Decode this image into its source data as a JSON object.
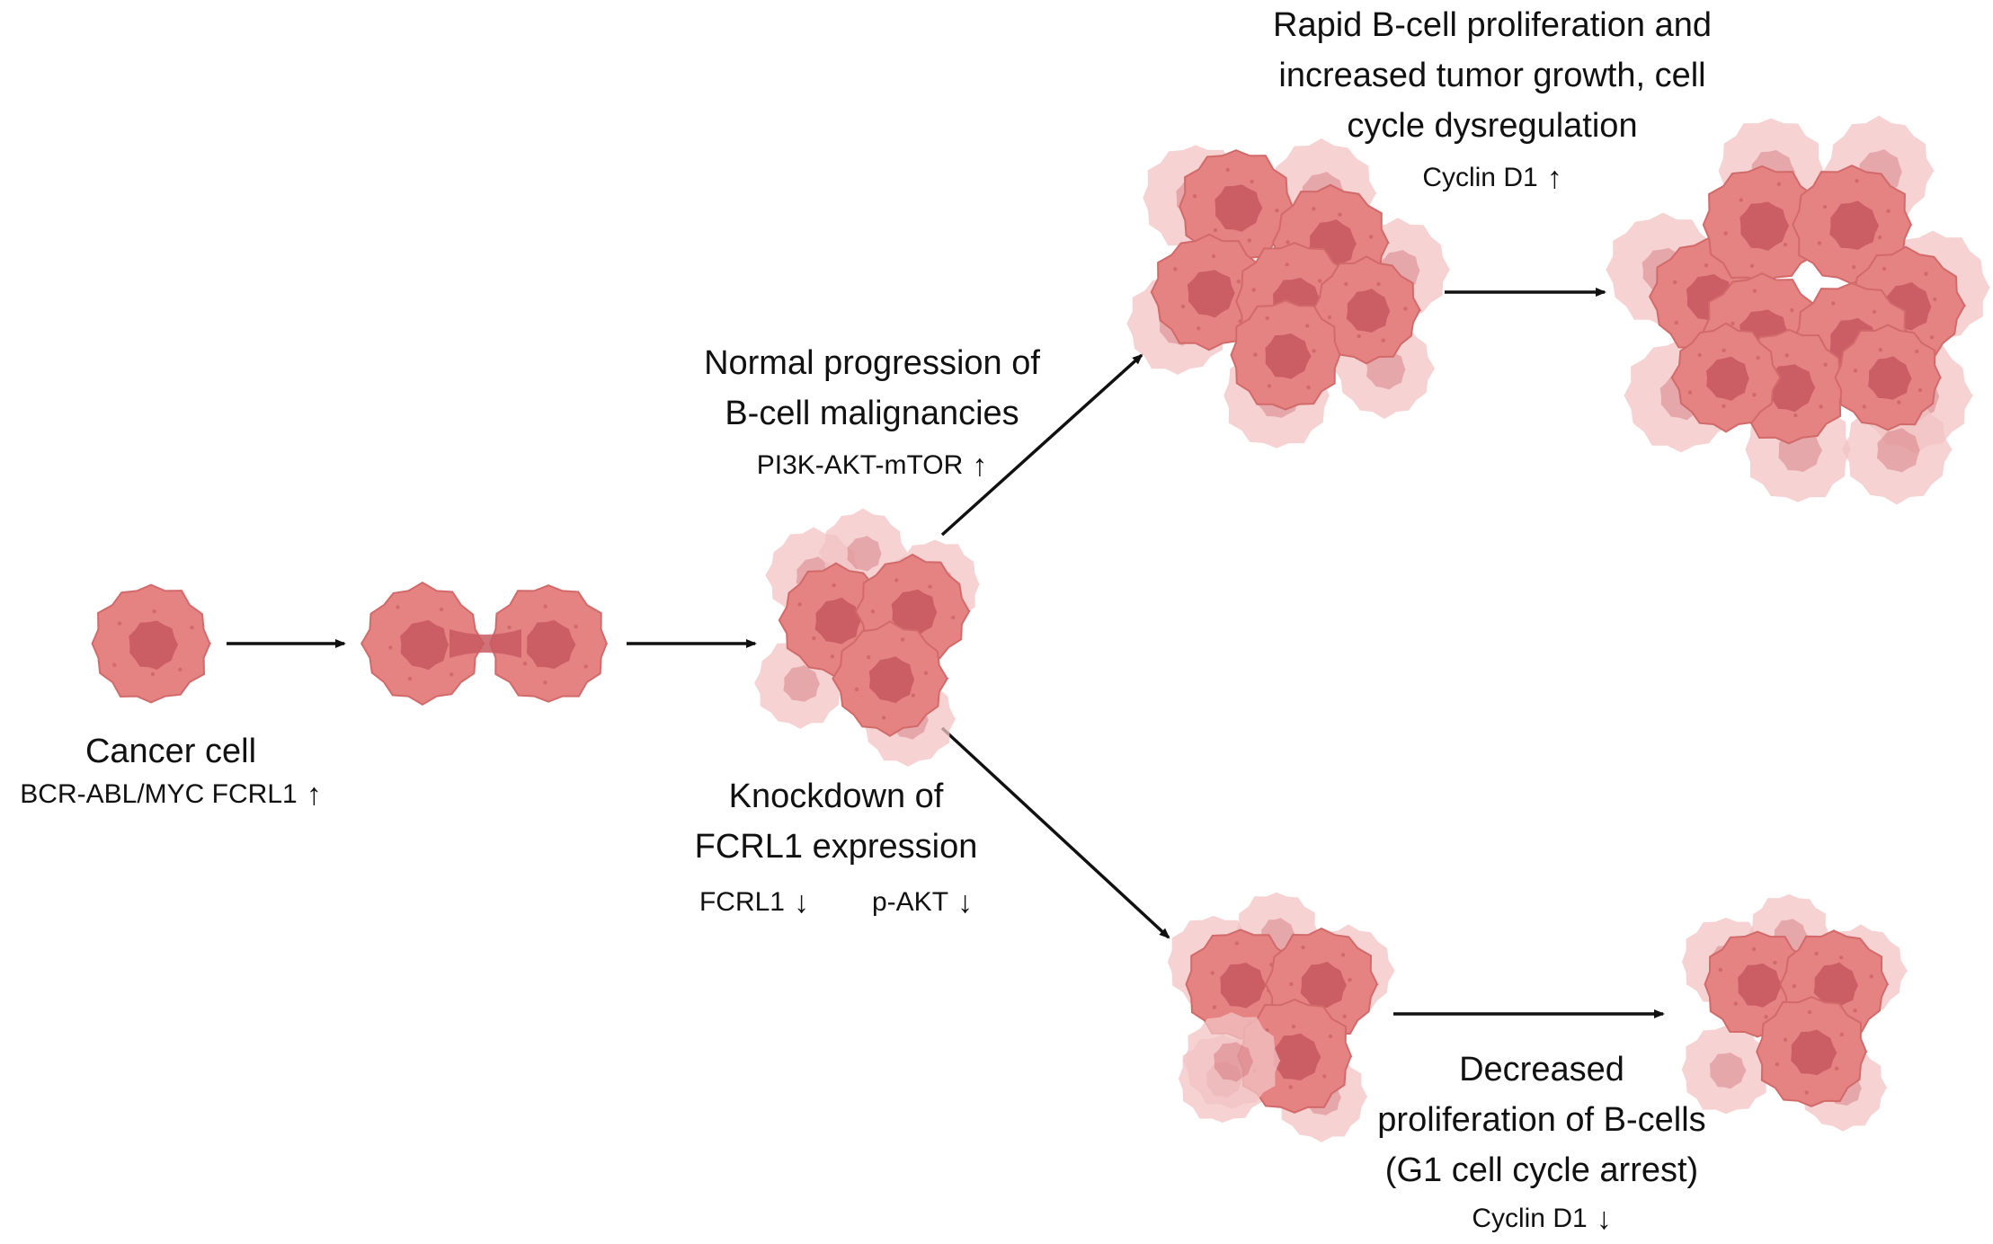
{
  "colors": {
    "cell_fill": "#e58383",
    "cell_edge": "#d26a6a",
    "nucleus": "#c85a62",
    "cell_faint": "#f3c4c4",
    "arrow": "#111111"
  },
  "stages": {
    "cancer_cell": {
      "title": "Cancer cell",
      "marker_text": "BCR-ABL/MYC FCRL1",
      "marker_arrow": "↑"
    },
    "normal_progression": {
      "title_lines": [
        "Normal progression of",
        "B-cell malignancies"
      ],
      "marker_text": "PI3K-AKT-mTOR",
      "marker_arrow": "↑"
    },
    "knockdown": {
      "title_lines": [
        "Knockdown of",
        "FCRL1 expression"
      ],
      "markers": [
        {
          "text": "FCRL1",
          "arrow": "↓"
        },
        {
          "text": "p-AKT",
          "arrow": "↓"
        }
      ]
    },
    "rapid": {
      "title_lines": [
        "Rapid B-cell proliferation and",
        "increased tumor growth, cell",
        "cycle dysregulation"
      ],
      "marker_text": "Cyclin D1",
      "marker_arrow": "↑"
    },
    "decreased": {
      "title_lines": [
        "Decreased",
        "proliferation of B-cells",
        "(G1 cell cycle arrest)"
      ],
      "marker_text": "Cyclin D1",
      "marker_arrow": "↓"
    }
  }
}
